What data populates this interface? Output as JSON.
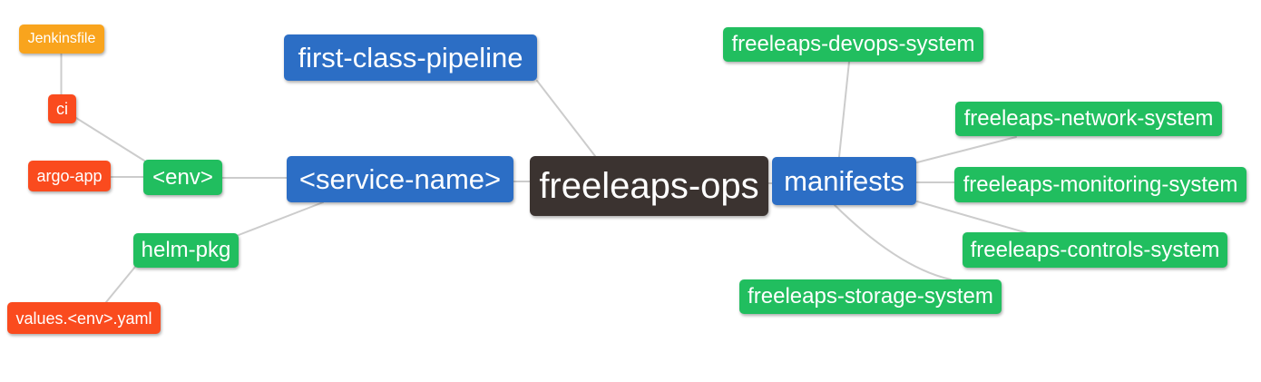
{
  "diagram": {
    "type": "mindmap",
    "title": "freeleaps-ops repository structure mind map",
    "background": "#ffffff",
    "edge_color": "#cccccc",
    "palette": {
      "root": "#3b3330",
      "branch_blue": "#2c6ec5",
      "green": "#21be5f",
      "red": "#fa4b1e",
      "orange": "#f9a41d"
    },
    "nodes": [
      {
        "id": "jenkinsfile",
        "label": "Jenkinsfile",
        "role": "orange"
      },
      {
        "id": "ci",
        "label": "ci",
        "role": "red"
      },
      {
        "id": "argo-app",
        "label": "argo-app",
        "role": "red"
      },
      {
        "id": "env",
        "label": "<env>",
        "role": "green"
      },
      {
        "id": "first-class-pipeline",
        "label": "first-class-pipeline",
        "role": "branch_blue"
      },
      {
        "id": "service-name",
        "label": "<service-name>",
        "role": "branch_blue"
      },
      {
        "id": "freeleaps-ops",
        "label": "freeleaps-ops",
        "role": "root"
      },
      {
        "id": "manifests",
        "label": "manifests",
        "role": "branch_blue"
      },
      {
        "id": "freeleaps-devops-system",
        "label": "freeleaps-devops-system",
        "role": "green"
      },
      {
        "id": "freeleaps-network-system",
        "label": "freeleaps-network-system",
        "role": "green"
      },
      {
        "id": "freeleaps-monitoring-system",
        "label": "freeleaps-monitoring-system",
        "role": "green"
      },
      {
        "id": "freeleaps-controls-system",
        "label": "freeleaps-controls-system",
        "role": "green"
      },
      {
        "id": "freeleaps-storage-system",
        "label": "freeleaps-storage-system",
        "role": "green"
      },
      {
        "id": "helm-pkg",
        "label": "helm-pkg",
        "role": "green"
      },
      {
        "id": "values-env-yaml",
        "label": "values.<env>.yaml",
        "role": "red"
      }
    ],
    "edges": [
      [
        "jenkinsfile",
        "ci"
      ],
      [
        "ci",
        "env"
      ],
      [
        "argo-app",
        "env"
      ],
      [
        "env",
        "service-name"
      ],
      [
        "service-name",
        "freeleaps-ops"
      ],
      [
        "service-name",
        "helm-pkg"
      ],
      [
        "helm-pkg",
        "values-env-yaml"
      ],
      [
        "first-class-pipeline",
        "freeleaps-ops"
      ],
      [
        "freeleaps-ops",
        "manifests"
      ],
      [
        "manifests",
        "freeleaps-devops-system"
      ],
      [
        "manifests",
        "freeleaps-network-system"
      ],
      [
        "manifests",
        "freeleaps-monitoring-system"
      ],
      [
        "manifests",
        "freeleaps-controls-system"
      ],
      [
        "manifests",
        "freeleaps-storage-system"
      ]
    ]
  }
}
